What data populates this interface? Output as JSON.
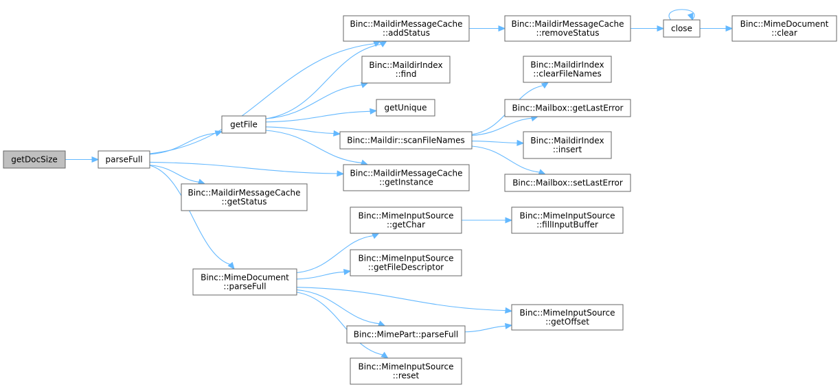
{
  "graph": {
    "edge_color": "#63b8ff",
    "root_fill": "#bfbfbf",
    "nodes": [
      {
        "id": "getDocSize",
        "lines": [
          "getDocSize"
        ],
        "root": true
      },
      {
        "id": "parseFull",
        "lines": [
          "parseFull"
        ]
      },
      {
        "id": "getFile",
        "lines": [
          "getFile"
        ]
      },
      {
        "id": "mmc_addStatus",
        "lines": [
          "Binc::MaildirMessageCache",
          "::addStatus"
        ]
      },
      {
        "id": "mi_find",
        "lines": [
          "Binc::MaildirIndex",
          "::find"
        ]
      },
      {
        "id": "getUnique",
        "lines": [
          "getUnique"
        ]
      },
      {
        "id": "md_scanFileNames",
        "lines": [
          "Binc::Maildir::scanFileNames"
        ]
      },
      {
        "id": "mmc_getInstance",
        "lines": [
          "Binc::MaildirMessageCache",
          "::getInstance"
        ]
      },
      {
        "id": "mmc_getStatus",
        "lines": [
          "Binc::MaildirMessageCache",
          "::getStatus"
        ]
      },
      {
        "id": "mmc_removeStatus",
        "lines": [
          "Binc::MaildirMessageCache",
          "::removeStatus"
        ]
      },
      {
        "id": "close",
        "lines": [
          "close"
        ]
      },
      {
        "id": "mdoc_clear",
        "lines": [
          "Binc::MimeDocument",
          "::clear"
        ]
      },
      {
        "id": "mi_clearFileNames",
        "lines": [
          "Binc::MaildirIndex",
          "::clearFileNames"
        ]
      },
      {
        "id": "mb_getLastError",
        "lines": [
          "Binc::Mailbox::getLastError"
        ]
      },
      {
        "id": "mi_insert",
        "lines": [
          "Binc::MaildirIndex",
          "::insert"
        ]
      },
      {
        "id": "mb_setLastError",
        "lines": [
          "Binc::Mailbox::setLastError"
        ]
      },
      {
        "id": "mdoc_parseFull",
        "lines": [
          "Binc::MimeDocument",
          "::parseFull"
        ]
      },
      {
        "id": "mis_getChar",
        "lines": [
          "Binc::MimeInputSource",
          "::getChar"
        ]
      },
      {
        "id": "mis_fillInputBuffer",
        "lines": [
          "Binc::MimeInputSource",
          "::fillInputBuffer"
        ]
      },
      {
        "id": "mis_getFileDescriptor",
        "lines": [
          "Binc::MimeInputSource",
          "::getFileDescriptor"
        ]
      },
      {
        "id": "mis_getOffset",
        "lines": [
          "Binc::MimeInputSource",
          "::getOffset"
        ]
      },
      {
        "id": "mp_parseFull",
        "lines": [
          "Binc::MimePart::parseFull"
        ]
      },
      {
        "id": "mis_reset",
        "lines": [
          "Binc::MimeInputSource",
          "::reset"
        ]
      }
    ],
    "edges": [
      {
        "from": "getDocSize",
        "to": "parseFull"
      },
      {
        "from": "parseFull",
        "to": "mmc_addStatus"
      },
      {
        "from": "parseFull",
        "to": "getFile"
      },
      {
        "from": "parseFull",
        "to": "mmc_getInstance"
      },
      {
        "from": "parseFull",
        "to": "mmc_getStatus"
      },
      {
        "from": "parseFull",
        "to": "mdoc_parseFull"
      },
      {
        "from": "getFile",
        "to": "mmc_addStatus"
      },
      {
        "from": "getFile",
        "to": "mi_find"
      },
      {
        "from": "getFile",
        "to": "getUnique"
      },
      {
        "from": "getFile",
        "to": "md_scanFileNames"
      },
      {
        "from": "getFile",
        "to": "mmc_getInstance"
      },
      {
        "from": "mmc_addStatus",
        "to": "mmc_removeStatus"
      },
      {
        "from": "mmc_removeStatus",
        "to": "close"
      },
      {
        "from": "close",
        "to": "close"
      },
      {
        "from": "close",
        "to": "mdoc_clear"
      },
      {
        "from": "md_scanFileNames",
        "to": "mi_clearFileNames"
      },
      {
        "from": "md_scanFileNames",
        "to": "mb_getLastError"
      },
      {
        "from": "md_scanFileNames",
        "to": "mi_insert"
      },
      {
        "from": "md_scanFileNames",
        "to": "mb_setLastError"
      },
      {
        "from": "mdoc_parseFull",
        "to": "mis_getChar"
      },
      {
        "from": "mdoc_parseFull",
        "to": "mis_getFileDescriptor"
      },
      {
        "from": "mdoc_parseFull",
        "to": "mis_getOffset"
      },
      {
        "from": "mdoc_parseFull",
        "to": "mp_parseFull"
      },
      {
        "from": "mdoc_parseFull",
        "to": "mis_reset"
      },
      {
        "from": "mis_getChar",
        "to": "mis_fillInputBuffer"
      },
      {
        "from": "mp_parseFull",
        "to": "mis_getOffset"
      }
    ]
  }
}
